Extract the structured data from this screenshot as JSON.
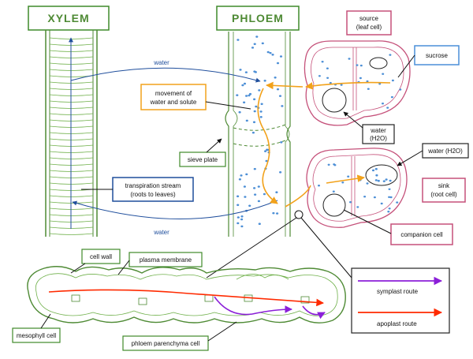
{
  "titles": {
    "xylem": "XYLEM",
    "phloem": "PHLOEM"
  },
  "labels": {
    "water_top": "water",
    "water_bottom": "water",
    "movement_line1": "movement of",
    "movement_line2": "water and solute",
    "sieve_plate": "sieve plate",
    "transpiration_line1": "transpiration stream",
    "transpiration_line2": "(roots to leaves)",
    "source_line1": "source",
    "source_line2": "(leaf cell)",
    "sucrose": "sucrose",
    "water_h2o_line1": "water",
    "water_h2o_line2": "(H2O)",
    "water_h2o_right": "water (H2O)",
    "sink_line1": "sink",
    "sink_line2": "(root cell)",
    "companion_cell": "companion cell",
    "cell_wall": "cell wall",
    "plasma_membrane": "plasma membrane",
    "mesophyll_cell": "mesophyll cell",
    "phloem_parenchyma": "phloem parenchyma cell",
    "symplast_route": "symplast route",
    "apoplast_route": "apoplast route"
  },
  "colors": {
    "wall_green": "#4e8a34",
    "frame_green": "#3f8a2a",
    "water_blue": "#1f4e9c",
    "flow_orange": "#f2a21b",
    "cell_pink": "#c5517a",
    "symplast_purple": "#8b1fd8",
    "apoplast_red": "#ff2a00",
    "dot_blue": "#4d8fd6",
    "sucrose_box": "#4a8fd8",
    "box_dark": "#222222"
  }
}
